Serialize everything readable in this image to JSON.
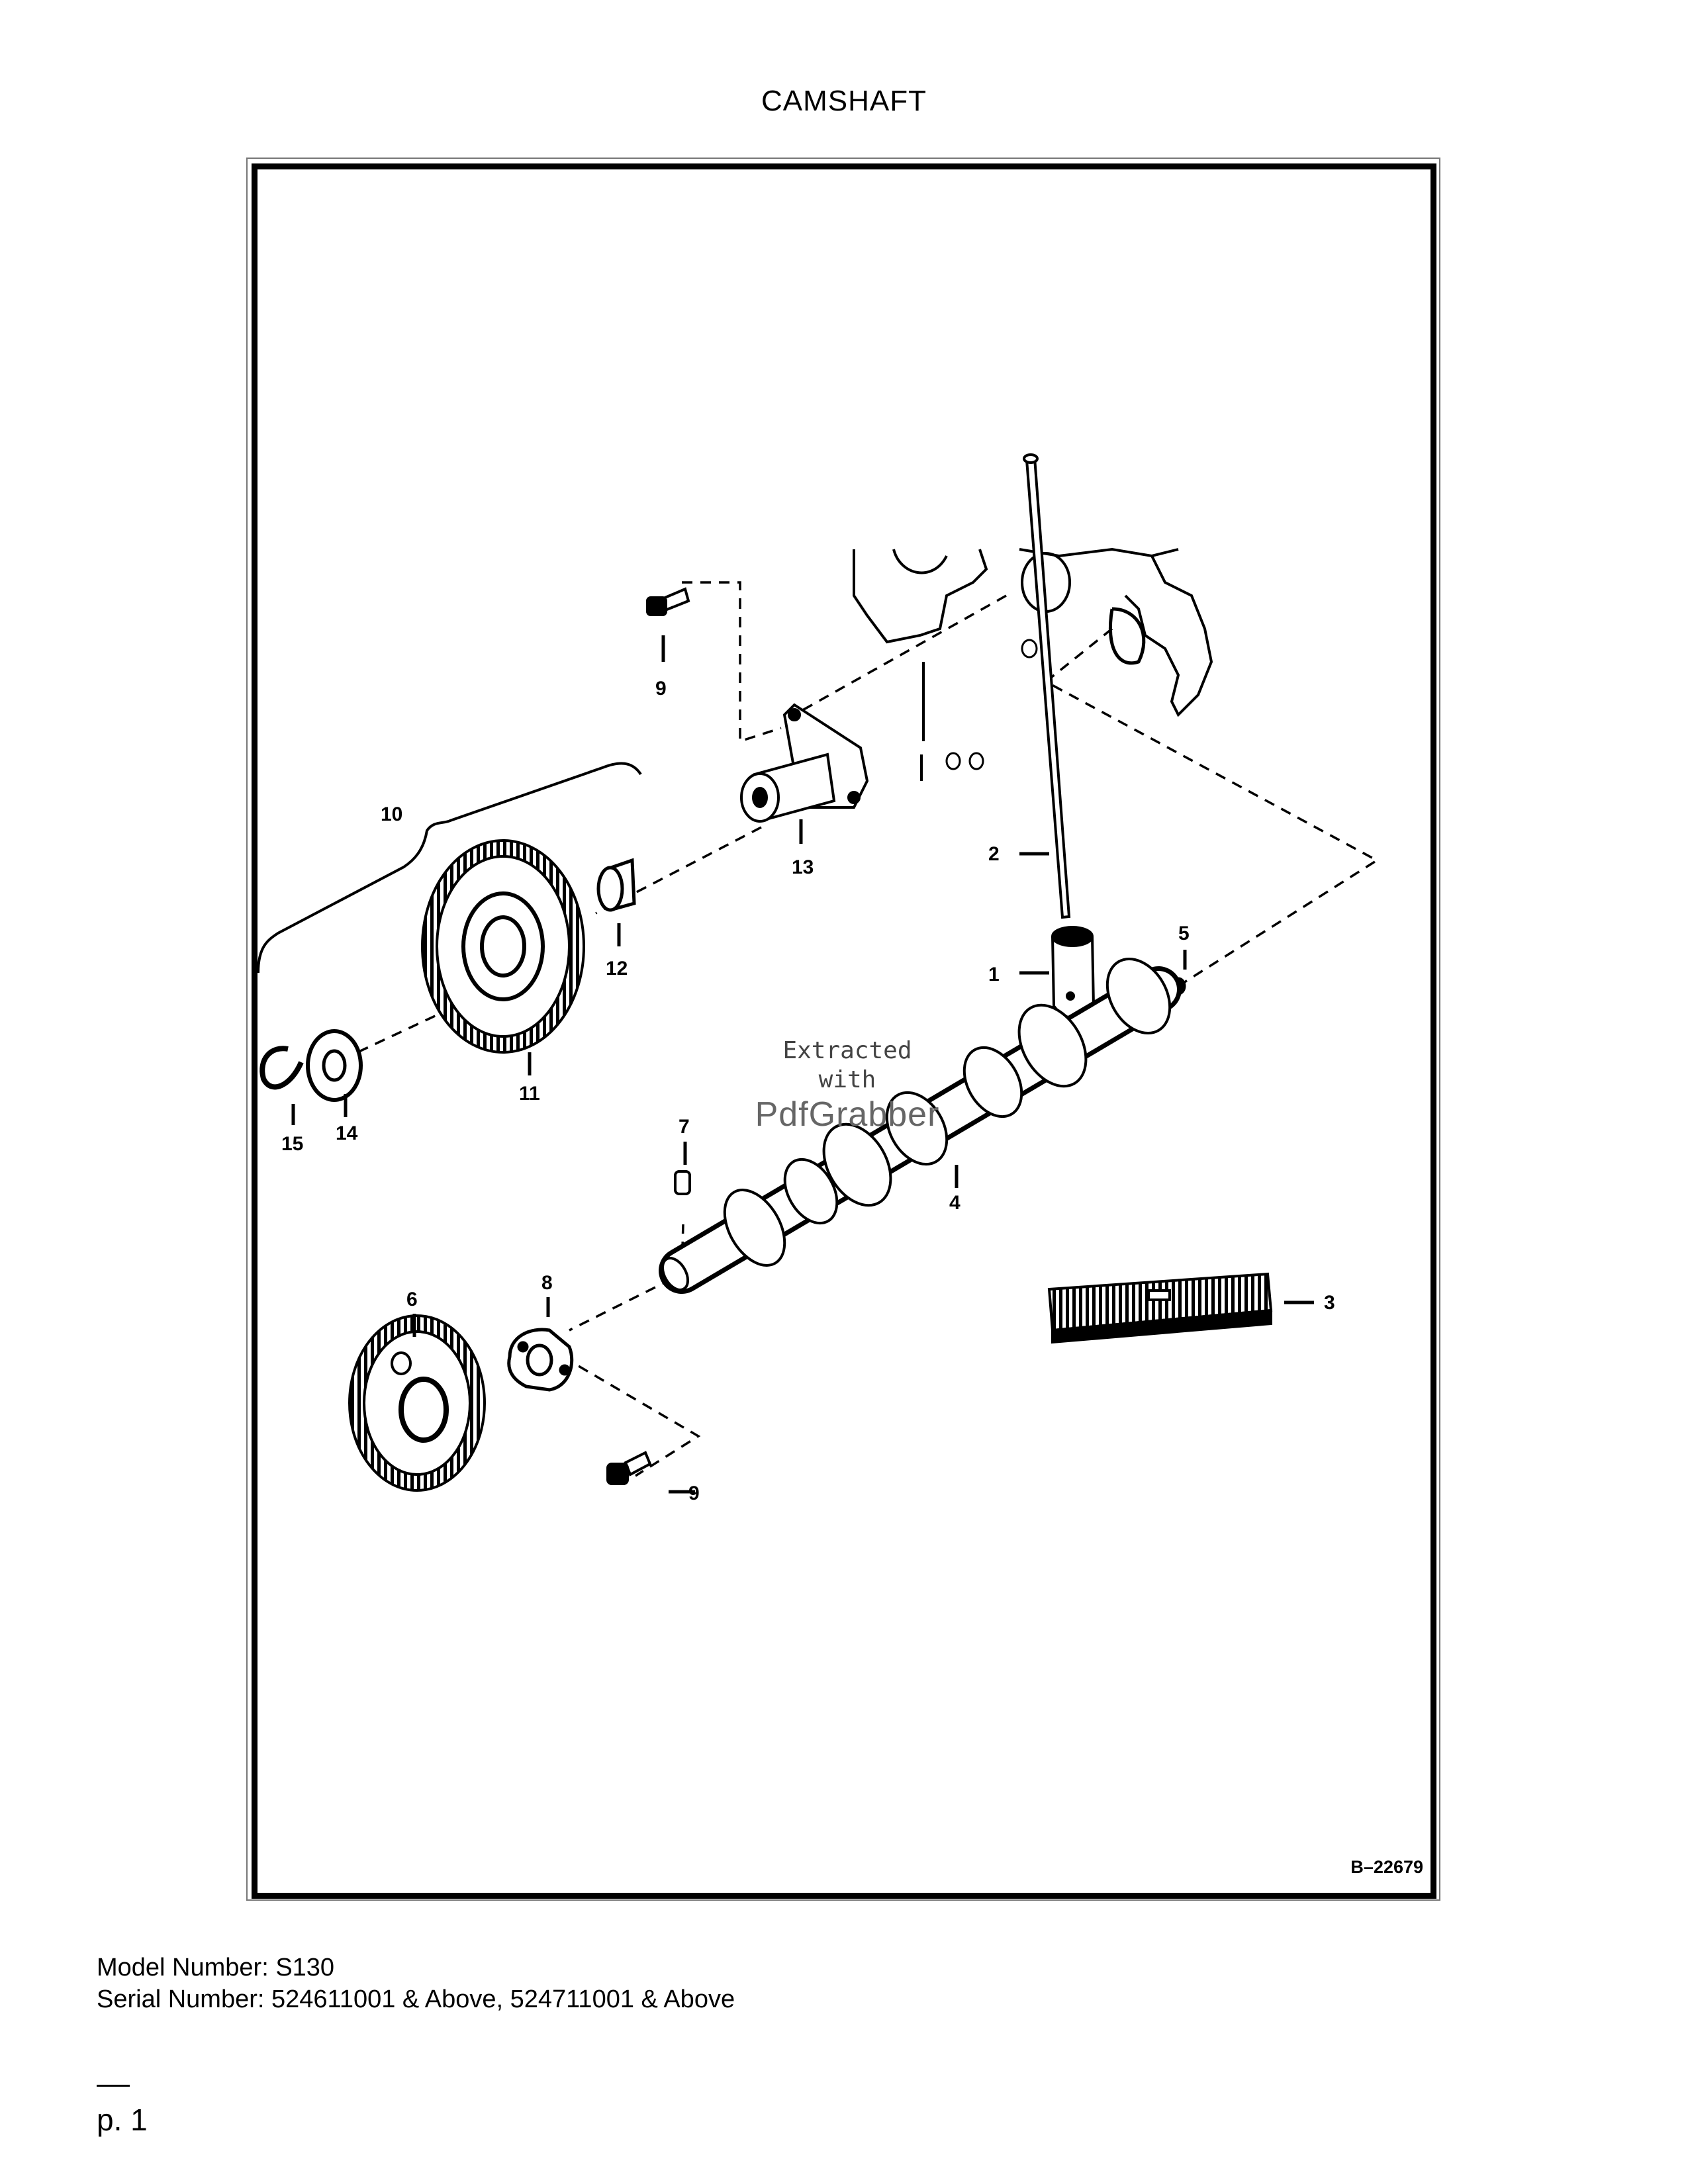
{
  "page": {
    "title": "CAMSHAFT"
  },
  "figure": {
    "id": "B–22679",
    "callouts": {
      "c1": "1",
      "c2": "2",
      "c3": "3",
      "c4": "4",
      "c5": "5",
      "c6": "6",
      "c7": "7",
      "c8": "8",
      "c9a": "9",
      "c9b": "9",
      "c10": "10",
      "c11": "11",
      "c12": "12",
      "c13": "13",
      "c14": "14",
      "c15": "15"
    },
    "watermark": {
      "line1": "Extracted",
      "line2": "with",
      "line3": "PdfGrabber"
    }
  },
  "footer": {
    "model": "Model Number: S130",
    "serial": "Serial Number: 524611001 & Above, 524711001 & Above",
    "page": "p. 1"
  }
}
